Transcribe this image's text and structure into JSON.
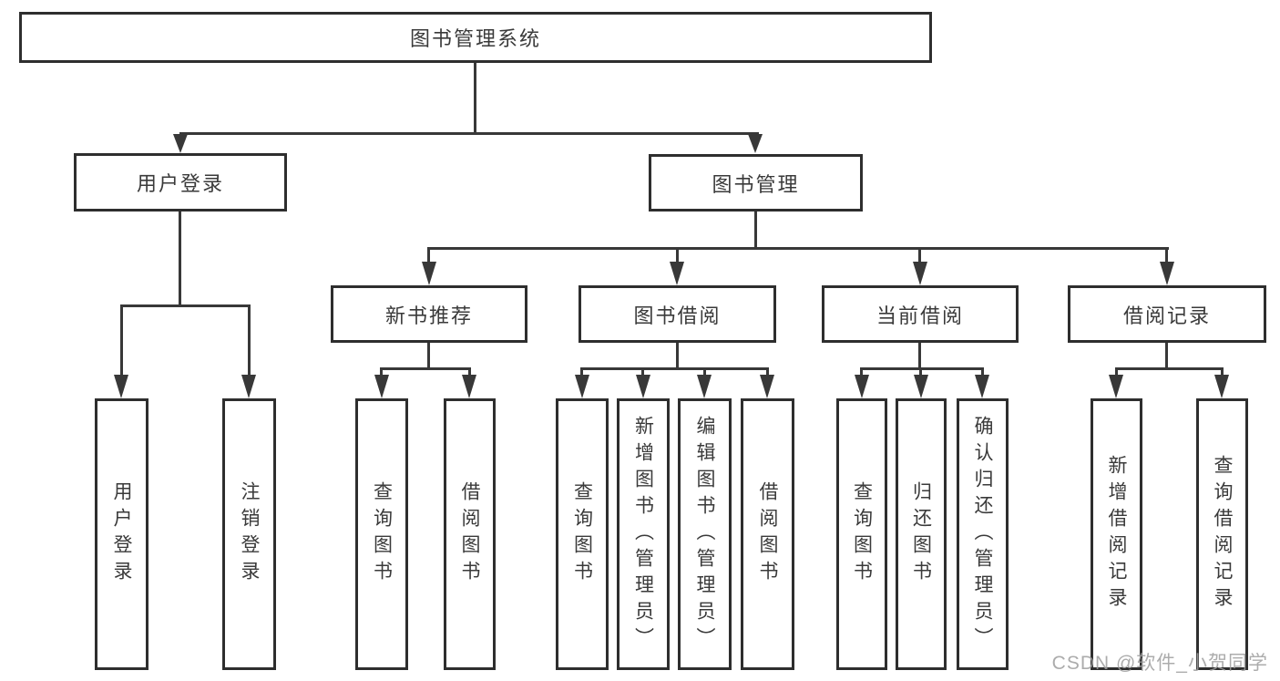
{
  "diagram": {
    "root": {
      "label": "图书管理系统",
      "children": [
        {
          "label": "用户登录",
          "children": [
            {
              "label": "用户登录"
            },
            {
              "label": "注销登录"
            }
          ]
        },
        {
          "label": "图书管理",
          "children": [
            {
              "label": "新书推荐",
              "children": [
                {
                  "label": "查询图书"
                },
                {
                  "label": "借阅图书"
                }
              ]
            },
            {
              "label": "图书借阅",
              "children": [
                {
                  "label": "查询图书"
                },
                {
                  "label": "新增图书（管理员）"
                },
                {
                  "label": "编辑图书（管理员）"
                },
                {
                  "label": "借阅图书"
                }
              ]
            },
            {
              "label": "当前借阅",
              "children": [
                {
                  "label": "查询图书"
                },
                {
                  "label": "归还图书"
                },
                {
                  "label": "确认归还（管理员）"
                }
              ]
            },
            {
              "label": "借阅记录",
              "children": [
                {
                  "label": "新增借阅记录"
                },
                {
                  "label": "查询借阅记录"
                }
              ]
            }
          ]
        }
      ]
    }
  },
  "watermark": "CSDN @软件_小贺同学",
  "colors": {
    "line": "#383838",
    "box_border": "#2e2e2e",
    "box_fill": "#ffffff",
    "text": "#3a3a3a",
    "watermark": "#9e9e9e",
    "background": "#ffffff"
  }
}
